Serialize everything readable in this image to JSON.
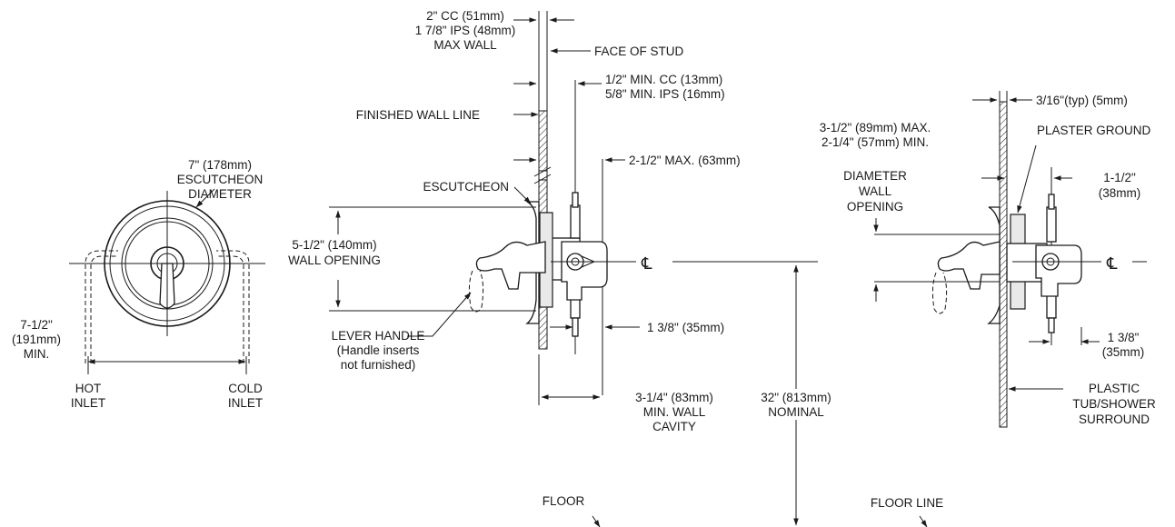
{
  "front_view": {
    "escutcheon_label": [
      "7\" (178mm)",
      "ESCUTCHEON",
      "DIAMETER"
    ],
    "inlet_spacing_label": [
      "7-1/2\"",
      "(191mm)",
      "MIN."
    ],
    "hot_inlet_label": [
      "HOT",
      "INLET"
    ],
    "cold_inlet_label": [
      "COLD",
      "INLET"
    ]
  },
  "side_view_left": {
    "max_wall_label": [
      "2\" CC (51mm)",
      "1 7/8\" IPS (48mm)",
      "MAX WALL"
    ],
    "face_of_stud_label": "FACE OF STUD",
    "min_depth_label": [
      "1/2\" MIN. CC (13mm)",
      "5/8\" MIN. IPS (16mm)"
    ],
    "finished_wall_label": "FINISHED WALL LINE",
    "max_depth_label": "2-1/2\" MAX. (63mm)",
    "escutcheon_label": "ESCUTCHEON",
    "wall_opening_label": [
      "5-1/2\" (140mm)",
      "WALL OPENING"
    ],
    "centerline_label": "℄",
    "lever_handle_label": [
      "LEVER HANDLE",
      "(Handle inserts",
      "not furnished)"
    ],
    "dim_1_3_8_label": "1 3/8\" (35mm)",
    "cavity_label": [
      "3-1/4\" (83mm)",
      "MIN. WALL",
      "CAVITY"
    ],
    "floor_label": "FLOOR"
  },
  "height_label": [
    "32\" (813mm)",
    "NOMINAL"
  ],
  "side_view_right": {
    "typ_label": "3/16\"(typ) (5mm)",
    "opening_label": [
      "3-1/2\" (89mm) MAX.",
      "2-1/4\" (57mm) MIN."
    ],
    "diameter_label": [
      "DIAMETER",
      "WALL",
      "OPENING"
    ],
    "plaster_ground_label": "PLASTER GROUND",
    "dim_1_1_2_label": [
      "1-1/2\"",
      "(38mm)"
    ],
    "centerline_label": "℄",
    "dim_1_3_8_label": [
      "1 3/8\"",
      "(35mm)"
    ],
    "surround_label": [
      "PLASTIC",
      "TUB/SHOWER",
      "SURROUND"
    ],
    "floor_line_label": "FLOOR LINE"
  }
}
